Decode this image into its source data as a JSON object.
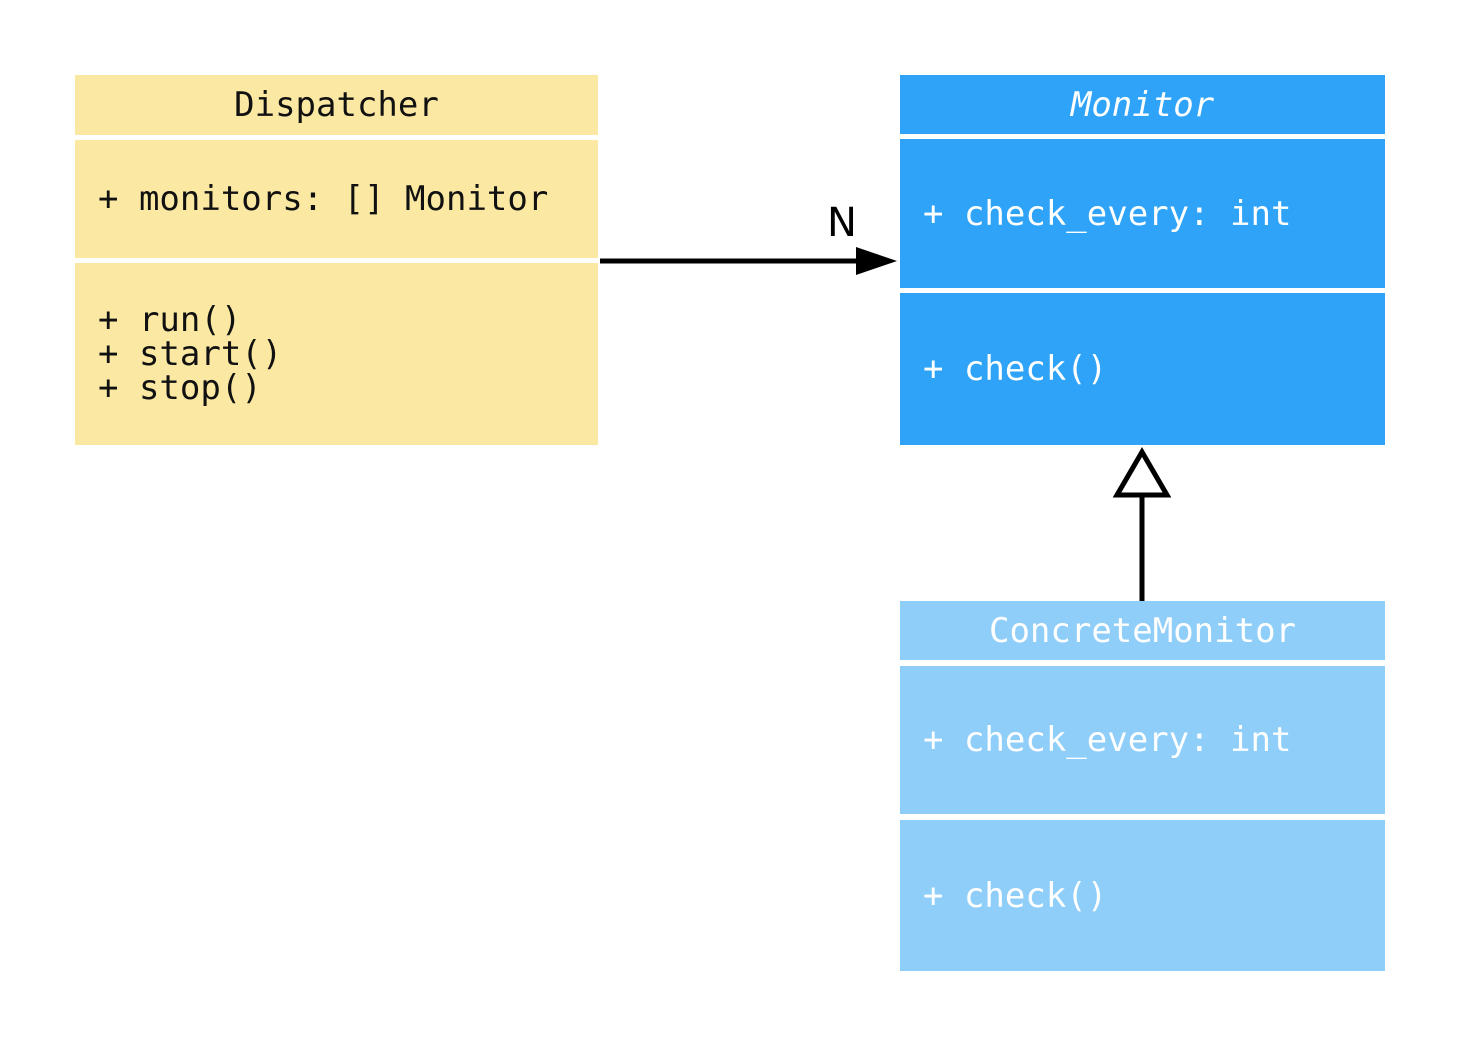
{
  "diagram": {
    "classes": {
      "dispatcher": {
        "title": "Dispatcher",
        "attributes": [
          "+ monitors: [] Monitor"
        ],
        "methods": [
          "+ run()",
          "+ start()",
          "+ stop()"
        ]
      },
      "monitor": {
        "title": "Monitor",
        "abstract": true,
        "attributes": [
          "+ check_every: int"
        ],
        "methods": [
          "+ check()"
        ]
      },
      "concrete_monitor": {
        "title": "ConcreteMonitor",
        "attributes": [
          "+ check_every: int"
        ],
        "methods": [
          "+ check()"
        ]
      }
    },
    "relationships": {
      "association": {
        "from": "Dispatcher",
        "to": "Monitor",
        "label": "N"
      },
      "generalization": {
        "from": "ConcreteMonitor",
        "to": "Monitor"
      }
    },
    "colors": {
      "dispatcher_fill": "#FBE9A3",
      "dispatcher_text": "#111111",
      "monitor_fill": "#2EA3F7",
      "concrete_monitor_fill": "#8FCEF9",
      "monitor_text": "#FFFFFF",
      "edge": "#000000",
      "background": "#FFFFFF"
    }
  }
}
